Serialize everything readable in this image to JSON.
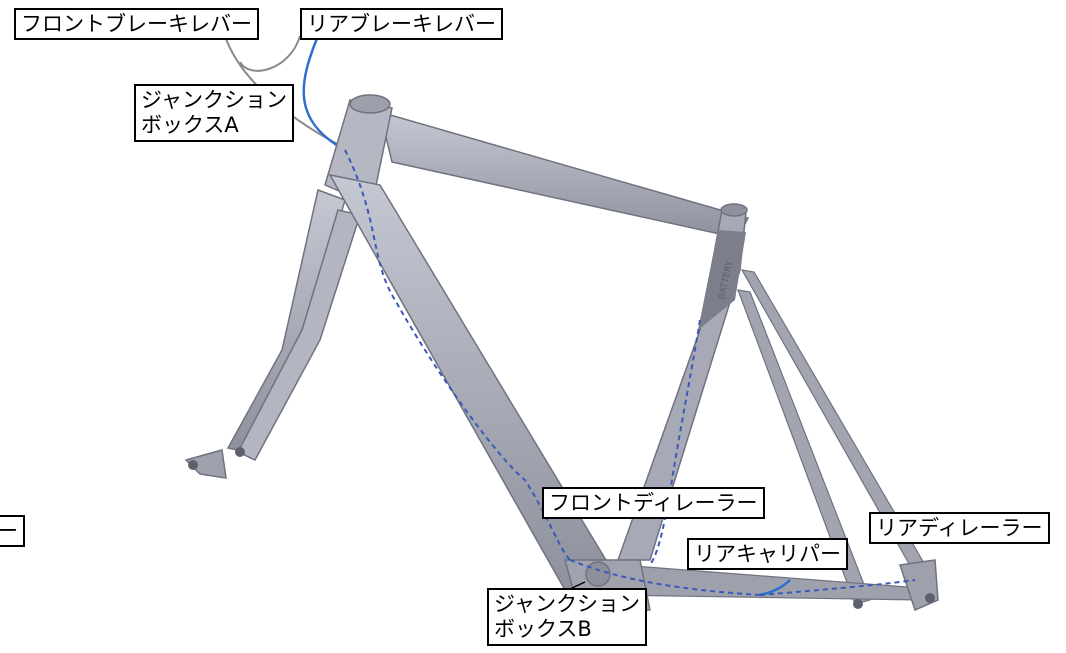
{
  "labels": {
    "front_brake_lever": "フロントブレーキレバー",
    "rear_brake_lever": "リアブレーキレバー",
    "junction_box_a": [
      "ジャンクション",
      "ボックスA"
    ],
    "front_derailleur": "フロントディレーラー",
    "rear_caliper": "リアキャリパー",
    "rear_derailleur": "リアディレーラー",
    "junction_box_b": [
      "ジャンクション",
      "ボックスB"
    ],
    "cropped_left_label": "ー"
  },
  "frame_decal": "BATTERY",
  "colors": {
    "frame": "#a7aab6",
    "frame_dark": "#7c7f8b",
    "cable_internal": "#3a5ab8",
    "cable_external": "#2f6fd0",
    "cable_gray": "#8a8a8a",
    "label_border": "#000000"
  }
}
